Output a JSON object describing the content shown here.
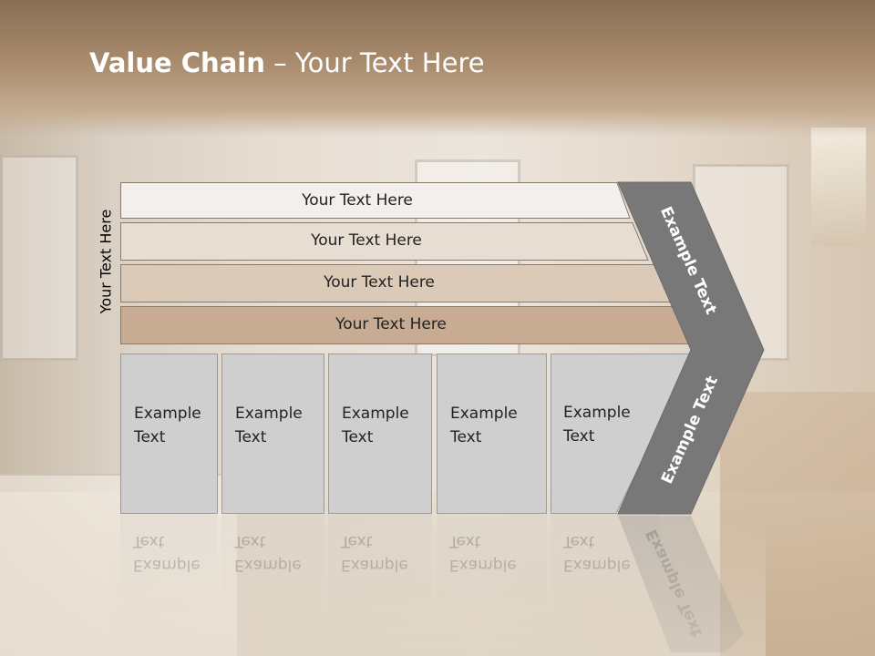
{
  "slide": {
    "title_bold": "Value Chain",
    "title_rest": " – Your Text Here",
    "side_label": "Your Text Here"
  },
  "bars": [
    {
      "label": "Your Text Here",
      "color": "#f2efec"
    },
    {
      "label": "Your Text Here",
      "color": "#e8ddd2"
    },
    {
      "label": "Your Text Here",
      "color": "#dccab8"
    },
    {
      "label": "Your Text Here",
      "color": "#c7ab93"
    }
  ],
  "boxes": [
    {
      "line1": "Example",
      "line2": "Text"
    },
    {
      "line1": "Example",
      "line2": "Text"
    },
    {
      "line1": "Example",
      "line2": "Text"
    },
    {
      "line1": "Example",
      "line2": "Text"
    },
    {
      "line1": "Example",
      "line2": "Text"
    }
  ],
  "chevron": {
    "upper_label": "Example Text",
    "lower_label": "Example Text",
    "color": "#787878"
  },
  "colors": {
    "header": "#9c7f63",
    "box_fill": "#cfcfcf",
    "title_text": "#ffffff"
  }
}
